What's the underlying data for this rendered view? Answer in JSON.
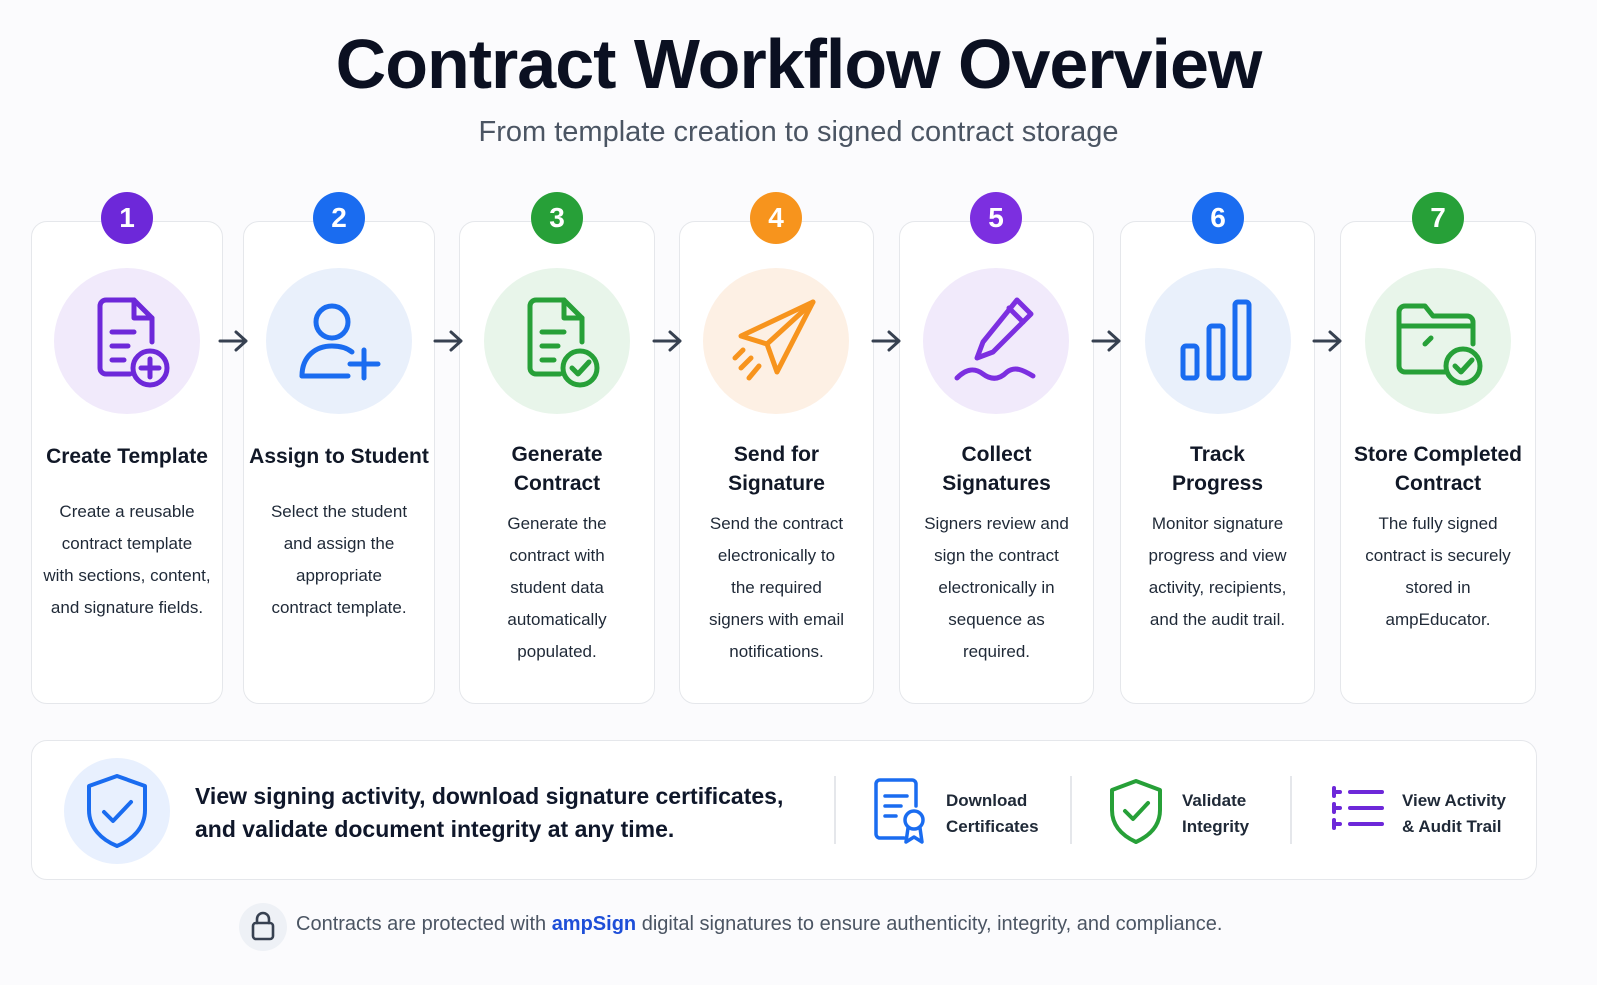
{
  "header": {
    "title": "Contract Workflow Overview",
    "subtitle": "From template creation to signed contract storage"
  },
  "steps": [
    {
      "number": "1",
      "title": "Create Template",
      "description": "Create a reusable\ncontract template\nwith sections, content,\nand signature fields.",
      "color": "#6d28d9",
      "halo": "#f1eafb",
      "icon": "document-plus-icon"
    },
    {
      "number": "2",
      "title": "Assign to Student",
      "description": "Select the student\nand assign the\nappropriate\ncontract template.",
      "color": "#1a6cf0",
      "halo": "#e9f0fb",
      "icon": "user-plus-icon"
    },
    {
      "number": "3",
      "title": "Generate\nContract",
      "description": "Generate the\ncontract with\nstudent data\nautomatically\npopulated.",
      "color": "#27a038",
      "halo": "#e8f5ea",
      "icon": "document-check-icon"
    },
    {
      "number": "4",
      "title": "Send for\nSignature",
      "description": "Send the contract\nelectronically to\nthe required\nsigners with email\nnotifications.",
      "color": "#f7941d",
      "halo": "#fdf0e4",
      "icon": "paper-plane-icon"
    },
    {
      "number": "5",
      "title": "Collect\nSignatures",
      "description": "Signers review and\nsign the contract\nelectronically in\nsequence as\nrequired.",
      "color": "#7c2fe0",
      "halo": "#f1eafb",
      "icon": "pen-signature-icon"
    },
    {
      "number": "6",
      "title": "Track\nProgress",
      "description": "Monitor signature\nprogress and view\nactivity, recipients,\nand the audit trail.",
      "color": "#1a6cf0",
      "halo": "#e9f0fb",
      "icon": "bar-chart-icon"
    },
    {
      "number": "7",
      "title": "Store Completed\nContract",
      "description": "The fully signed\ncontract is securely\nstored in\nampEducator.",
      "color": "#27a038",
      "halo": "#e8f5ea",
      "icon": "folder-check-icon"
    }
  ],
  "bottom": {
    "message": "View signing activity, download signature certificates,\nand validate document integrity at any time.",
    "features": [
      {
        "label": "Download\nCertificates",
        "icon": "certificate-icon",
        "color": "#1a6cf0"
      },
      {
        "label": "Validate\nIntegrity",
        "icon": "shield-check-icon",
        "color": "#27a038"
      },
      {
        "label": "View Activity\n& Audit Trail",
        "icon": "list-icon",
        "color": "#6d28d9"
      }
    ]
  },
  "footer": {
    "before": "Contracts are protected with ",
    "brand": "ampSign",
    "after": " digital signatures to ensure authenticity, integrity, and compliance."
  }
}
